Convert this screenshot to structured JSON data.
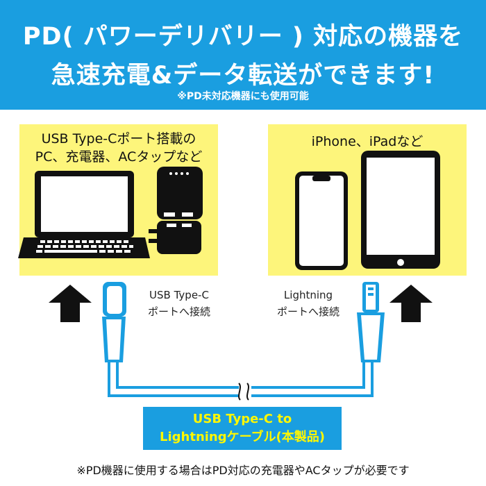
{
  "header": {
    "line1": "PD( パワーデリバリー ) 対応の機器を",
    "line2": "急速充電&データ転送ができます!",
    "note": "※PD未対応機器にも使用可能"
  },
  "left_panel": {
    "title_line1": "USB Type-Cポート搭載の",
    "title_line2": "PC、充電器、ACタップなど"
  },
  "right_panel": {
    "title": "iPhone、iPadなど"
  },
  "connectors": {
    "usb_c_line1": "USB Type-C",
    "usb_c_line2": "ポートへ接続",
    "lightning_line1": "Lightning",
    "lightning_line2": "ポートへ接続"
  },
  "product": {
    "line1": "USB Type-C to",
    "line2": "Lightningケーブル(本製品)"
  },
  "footer": "※PD機器に使用する場合はPD対応の充電器やACタップが必要です",
  "colors": {
    "brand_blue": "#1a9ee0",
    "panel_yellow": "#fdf57b",
    "highlight_yellow": "#fff700"
  }
}
